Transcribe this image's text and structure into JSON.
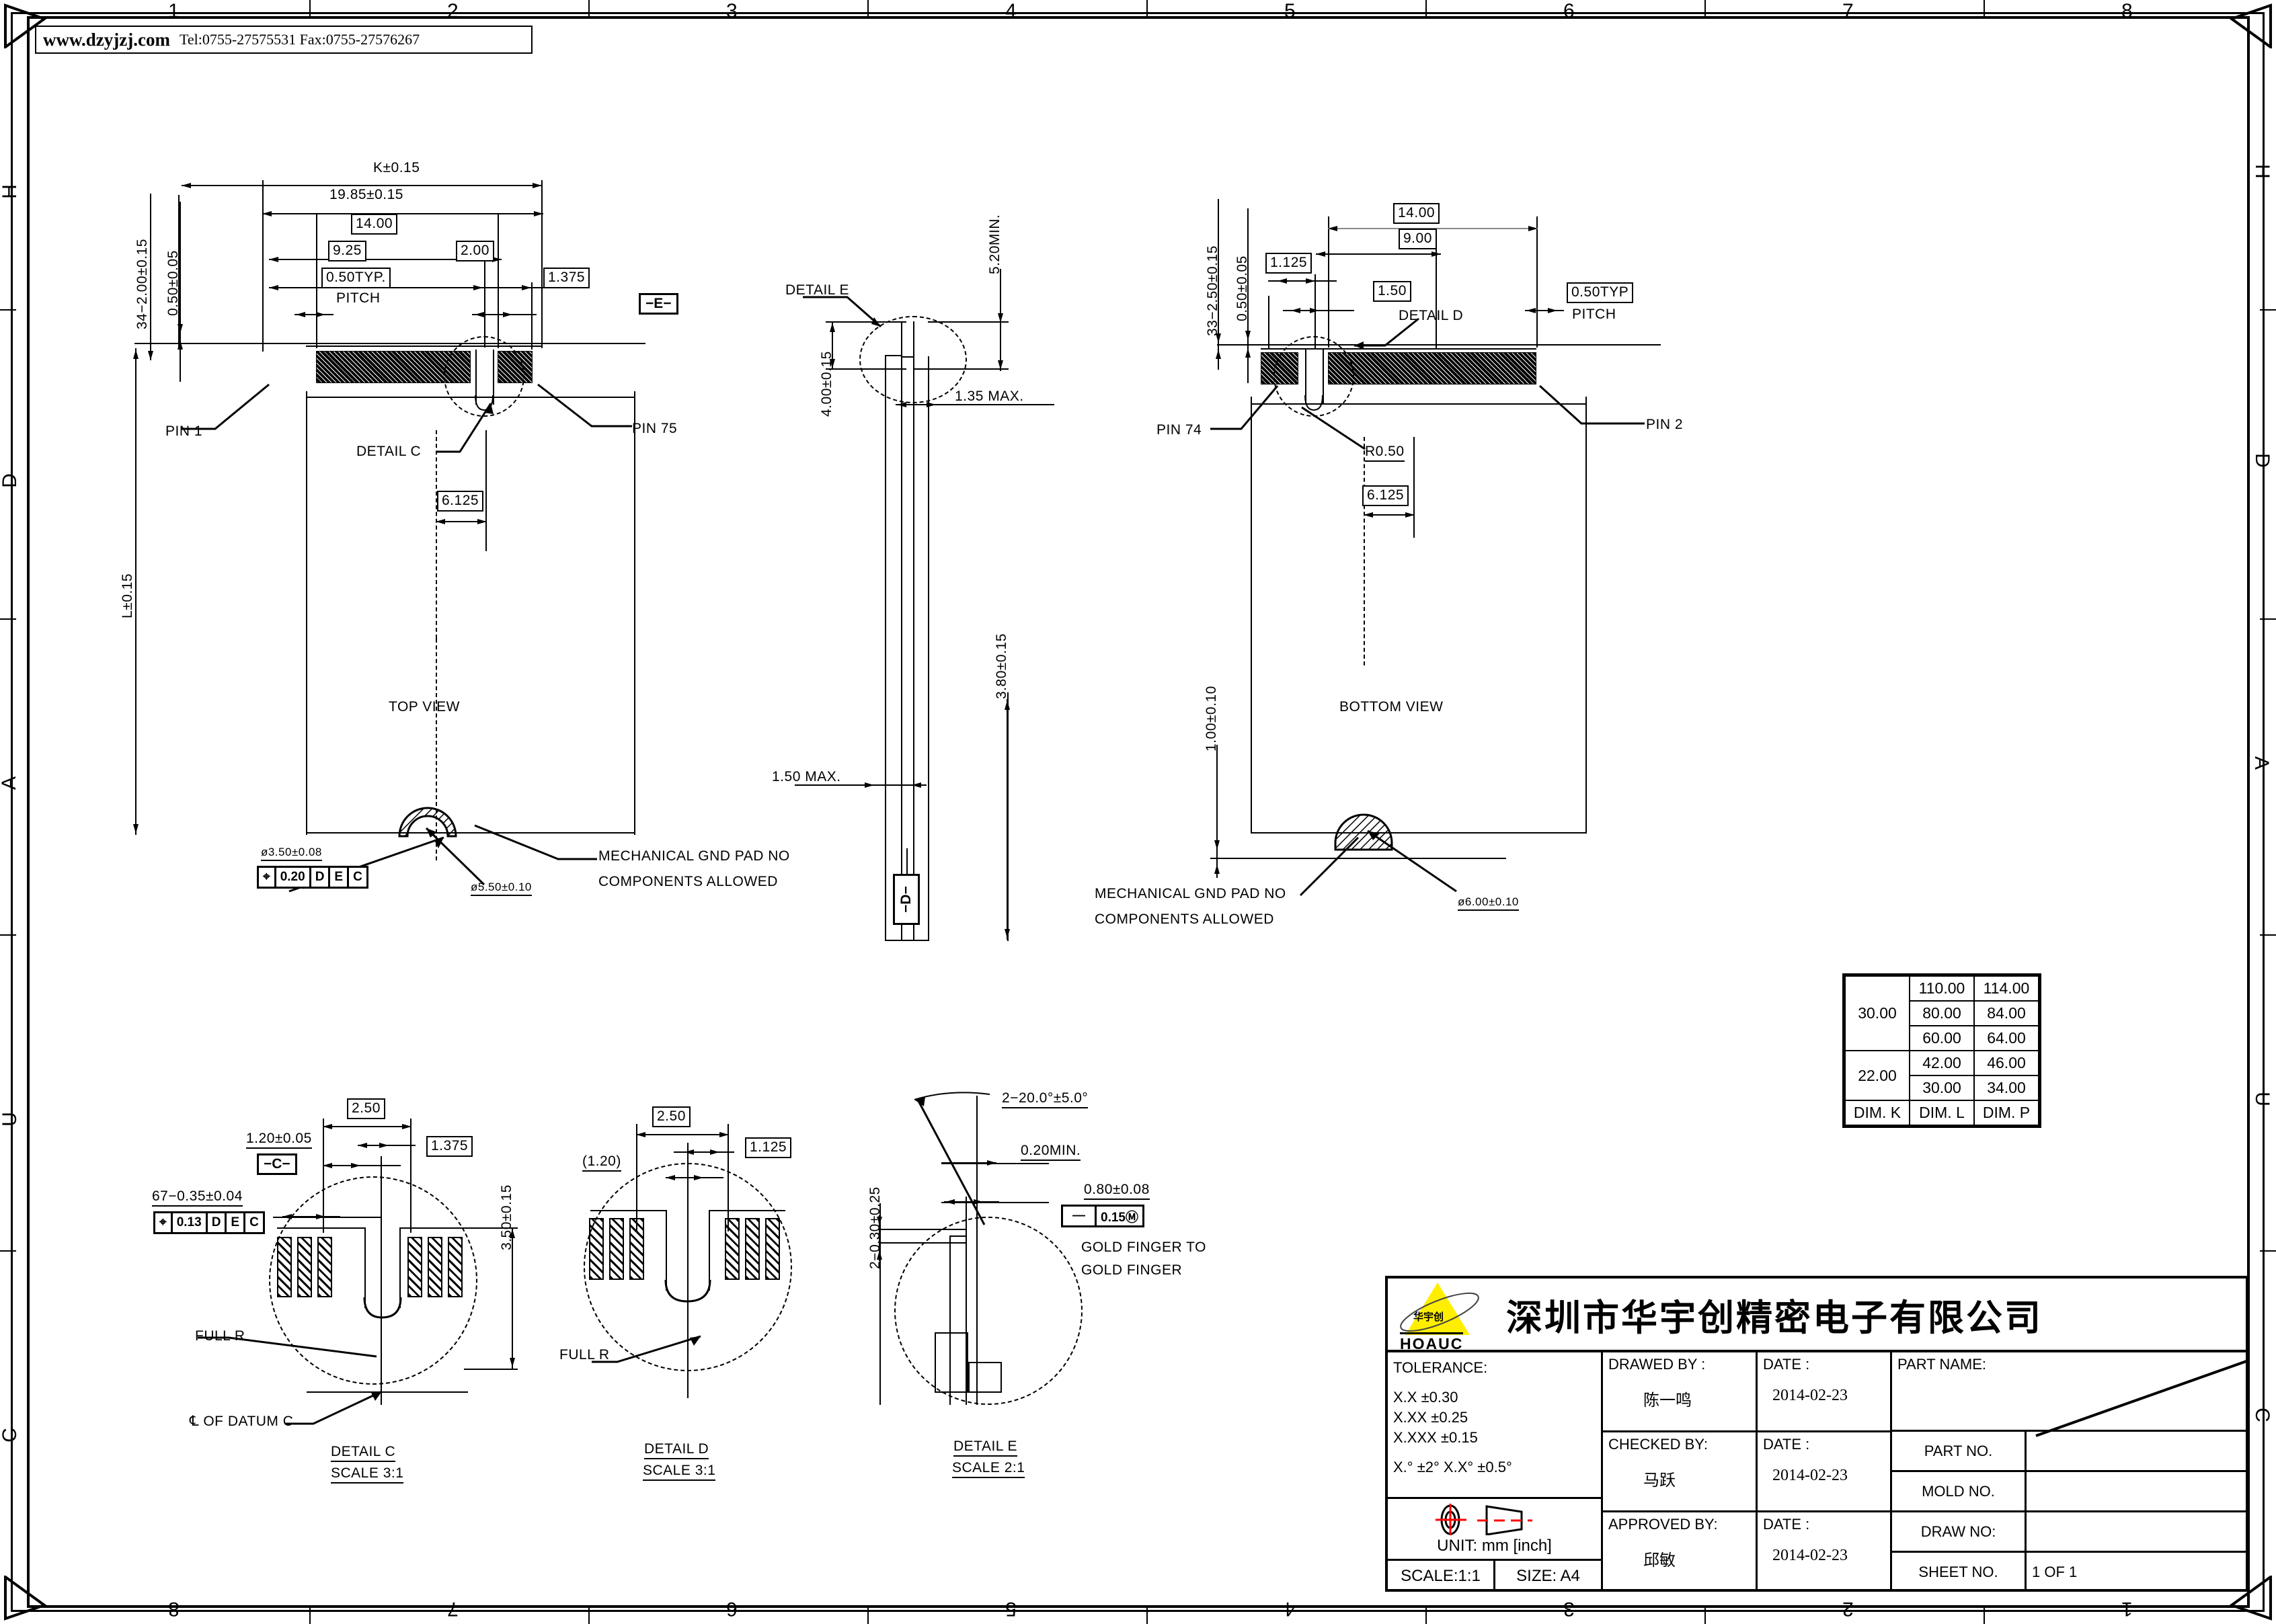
{
  "header": {
    "website": "www.dzyjzj.com",
    "contact": "Tel:0755-27575531  Fax:0755-27576267"
  },
  "rulers": {
    "top": [
      "1",
      "2",
      "3",
      "4",
      "5",
      "6",
      "7",
      "8"
    ],
    "bottom": [
      "8",
      "7",
      "6",
      "5",
      "4",
      "3",
      "2",
      "1"
    ],
    "left": [
      "H",
      "D",
      "A",
      "U",
      "C"
    ],
    "right": [
      "H",
      "D",
      "A",
      "U",
      "C"
    ]
  },
  "top_view": {
    "label": "TOP VIEW",
    "dim_overall_width": "K±0.15",
    "dim_19_85": "19.85±0.15",
    "dim_14_00": "14.00",
    "dim_9_25": "9.25",
    "dim_2_00": "2.00",
    "dim_1_375": "1.375",
    "dim_pitch": "0.50TYP.",
    "pitch_word": "PITCH",
    "dim_34_2_00": "34−2.00±0.15",
    "dim_0_50": "0.50±0.05",
    "dim_height": "L±0.15",
    "dim_6_125": "6.125",
    "pin_first": "PIN 1",
    "pin_last": "PIN 75",
    "detail_c_ref": "DETAIL C",
    "datum_e": "−E−",
    "gnd_note_l1": "MECHANICAL GND PAD NO",
    "gnd_note_l2": "COMPONENTS ALLOWED",
    "dia_3_50": "ø3.50±0.08",
    "dia_5_50": "ø5.50±0.10",
    "fcf_sym": "⌖",
    "fcf_tol": "0.20",
    "fcf_d": "D",
    "fcf_e": "E",
    "fcf_c": "C"
  },
  "side_view": {
    "detail_e_ref": "DETAIL E",
    "dim_5_20_min": "5.20MIN.",
    "dim_4_00": "4.00±0.15",
    "dim_1_35_max": "1.35  MAX.",
    "dim_1_50_max": "1.50  MAX.",
    "dim_3_80": "3.80±0.15",
    "datum_d": "−D−"
  },
  "bottom_view": {
    "label": "BOTTOM VIEW",
    "dim_14_00": "14.00",
    "dim_9_00": "9.00",
    "dim_1_125": "1.125",
    "dim_1_50": "1.50",
    "dim_pitch": "0.50TYP",
    "pitch_word": "PITCH",
    "dim_33_2_50": "33−2.50±0.15",
    "dim_0_50": "0.50±0.05",
    "dim_1_00": "1.00±0.10",
    "dim_6_125": "6.125",
    "dim_r0_50": "R0.50",
    "pin_first": "PIN 74",
    "pin_last": "PIN 2",
    "detail_d_ref": "DETAIL  D",
    "gnd_note_l1": "MECHANICAL GND PAD NO",
    "gnd_note_l2": "COMPONENTS ALLOWED",
    "dia_6_00": "ø6.00±0.10"
  },
  "detail_c": {
    "title": "DETAIL  C",
    "scale": "SCALE 3:1",
    "dim_2_50": "2.50",
    "dim_1_20": "1.20±0.05",
    "dim_1_375": "1.375",
    "dim_3_50": "3.50±0.15",
    "dim_67_035": "67−0.35±0.04",
    "datum_c": "−C−",
    "full_r": "FULL R",
    "datum_note": "℄ OF DATUM C",
    "fcf_sym": "⌖",
    "fcf_tol": "0.13",
    "fcf_d": "D",
    "fcf_e": "E",
    "fcf_c": "C"
  },
  "detail_d": {
    "title": "DETAIL  D",
    "scale": "SCALE 3:1",
    "dim_2_50": "2.50",
    "dim_1_125": "1.125",
    "dim_1_20": "(1.20)",
    "full_r": "FULL R"
  },
  "detail_e": {
    "title": "DETAIL  E",
    "scale": "SCALE 2:1",
    "dim_angle": "2−20.0°±5.0°",
    "dim_0_20_min": "0.20MIN.",
    "dim_0_80": "0.80±0.08",
    "dim_2_030": "2−0.30±0.25",
    "fcf_sym": "—",
    "fcf_tol": "0.15Ⓜ",
    "note_l1": "GOLD FINGER TO",
    "note_l2": "GOLD FINGER"
  },
  "dim_table": {
    "rows": [
      {
        "k": "30.00",
        "l": "110.00",
        "p": "114.00"
      },
      {
        "k": "",
        "l": "80.00",
        "p": "84.00"
      },
      {
        "k": "",
        "l": "60.00",
        "p": "64.00"
      },
      {
        "k": "22.00",
        "l": "42.00",
        "p": "46.00"
      },
      {
        "k": "",
        "l": "30.00",
        "p": "34.00"
      }
    ],
    "headers": {
      "k": "DIM. K",
      "l": "DIM. L",
      "p": "DIM. P"
    }
  },
  "title_block": {
    "company_cn": "深圳市华宇创精密电子有限公司",
    "logo_text": "HOAUC",
    "logo_cn": "华宇创",
    "tolerance_header": "TOLERANCE:",
    "tol_1": "X.X    ±0.30",
    "tol_2": "X.XX  ±0.25",
    "tol_3": "X.XXX ±0.15",
    "tol_4": "X.°  ±2°      X.X°  ±0.5°",
    "unit": "UNIT:  mm  [inch]",
    "scale": "SCALE:1:1",
    "size": "SIZE:  A4",
    "drawed_by_label": "DRAWED  BY :",
    "drawed_by_value": "陈一鸣",
    "drawed_date_label": "DATE :",
    "drawed_date_value": "2014-02-23",
    "checked_by_label": "CHECKED  BY:",
    "checked_by_value": "马跃",
    "checked_date_label": "DATE :",
    "checked_date_value": "2014-02-23",
    "approved_by_label": "APPROVED  BY:",
    "approved_by_value": "邱敏",
    "approved_date_label": "DATE :",
    "approved_date_value": "2014-02-23",
    "part_name_label": "PART NAME:",
    "part_name_value": "",
    "part_no_label": "PART NO.",
    "part_no_value": "",
    "mold_no_label": "MOLD NO.",
    "mold_no_value": "",
    "draw_no_label": "DRAW NO:",
    "draw_no_value": "",
    "sheet_no_label": "SHEET NO.",
    "sheet_no_value": "1 OF 1"
  },
  "colors": {
    "logo_yellow": "#ffee00",
    "ink": "#000000",
    "paper": "#ffffff",
    "datum_red": "#ff0000"
  }
}
